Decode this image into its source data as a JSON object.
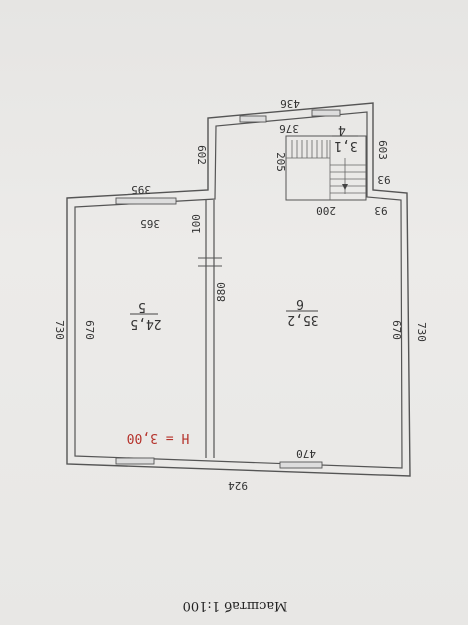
{
  "plan": {
    "dims": {
      "top_outer_left": "395",
      "top_inner_left": "365",
      "wall_partition_top": "100",
      "wall_partition": "880",
      "left_outer": "730",
      "left_inner": "670",
      "right_outer": "730",
      "right_inner": "670",
      "bottom_inner": "470",
      "bottom_outer": "924",
      "tower_top": "436",
      "tower_left": "602",
      "tower_right": "603",
      "stair_width": "376",
      "stair_height": "205",
      "stair_bottom": "200",
      "step_93_a": "93",
      "step_93_b": "93"
    },
    "rooms": [
      {
        "number": "5",
        "area": "24,5"
      },
      {
        "number": "6",
        "area": "35,2"
      },
      {
        "number": "4",
        "area": "3,1"
      }
    ],
    "height": "H = 3,00"
  },
  "footer": {
    "scale": "Масштаб 1:100"
  }
}
